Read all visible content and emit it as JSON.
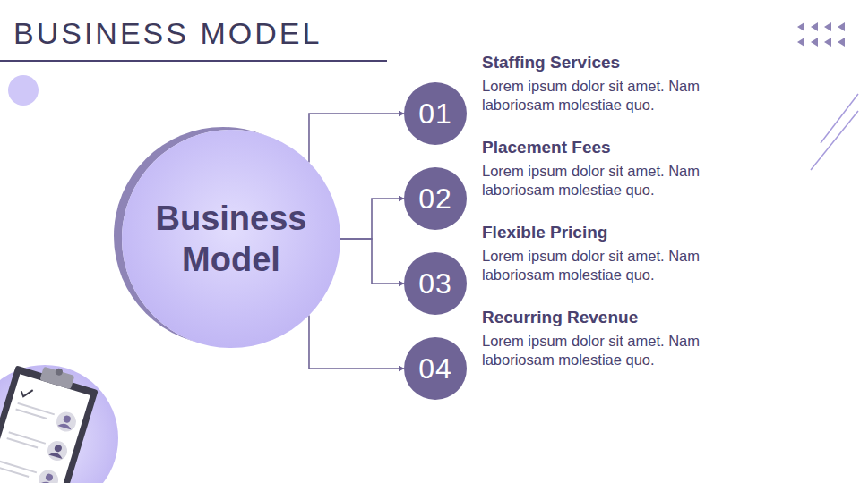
{
  "diagram": {
    "title": "BUSINESS MODEL",
    "nodes": [
      {
        "text": [
          "Business Model"
        ]
      },
      {
        "text": [
          "01",
          "Staffing Services",
          "Lorem ipsum dolor sit amet. Nam laboriosam molestiae quo."
        ]
      },
      {
        "text": [
          "02",
          "Placement Fees",
          "Lorem ipsum dolor sit amet. Nam laboriosam molestiae quo."
        ]
      },
      {
        "text": [
          "03",
          "Flexible Pricing",
          "Lorem ipsum dolor sit amet. Nam laboriosam molestiae quo."
        ]
      },
      {
        "text": [
          "04",
          "Recurring Revenue",
          "Lorem ipsum dolor sit amet. Nam laboriosam molestiae quo."
        ]
      }
    ],
    "edges": [
      {
        "from": 0,
        "to": 1,
        "arrow": "to"
      },
      {
        "from": 0,
        "to": 2,
        "arrow": "to"
      },
      {
        "from": 0,
        "to": 3,
        "arrow": "to"
      },
      {
        "from": 0,
        "to": 4,
        "arrow": "to"
      }
    ]
  }
}
